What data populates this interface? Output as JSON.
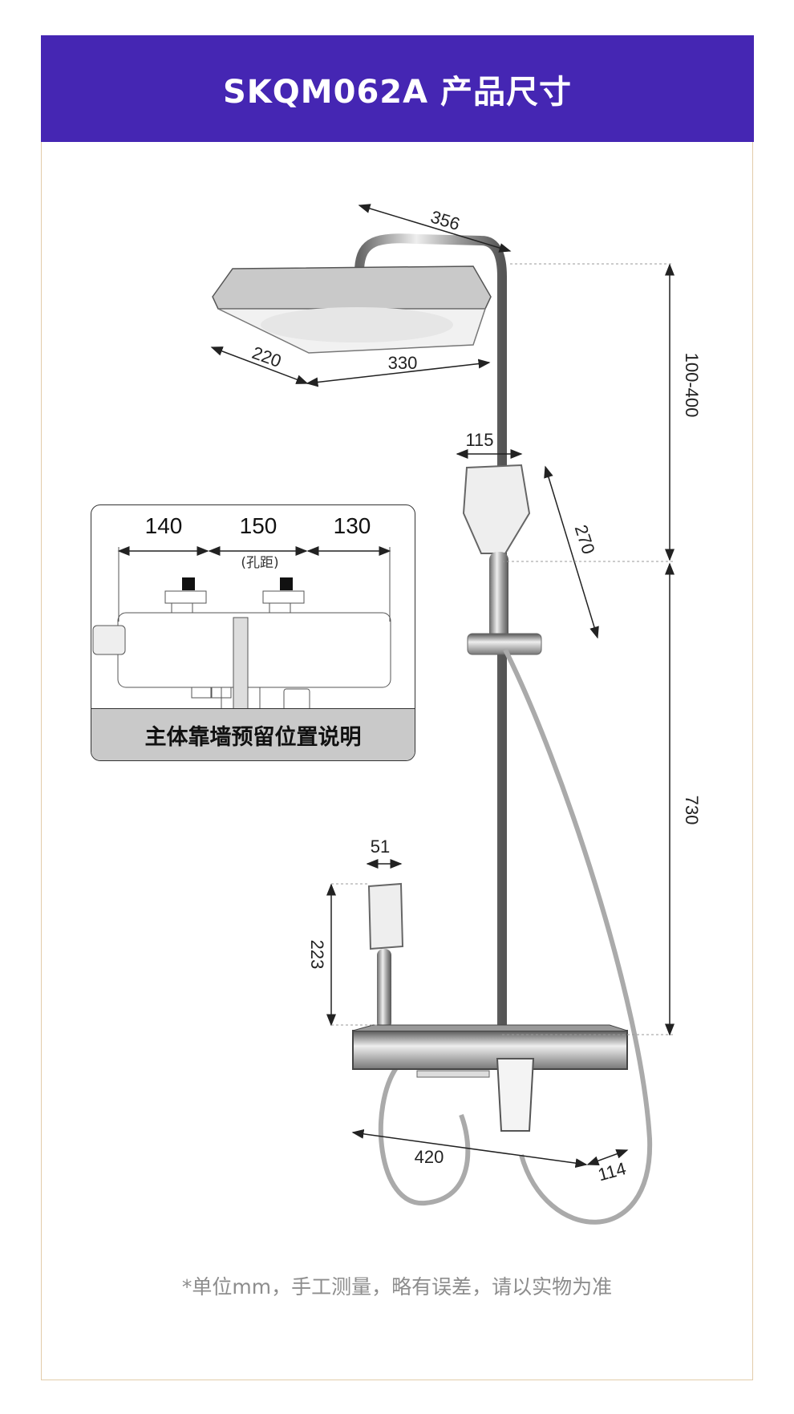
{
  "header": {
    "title": "SKQM062A 产品尺寸"
  },
  "dimensions": {
    "arm_length": "356",
    "head_depth": "220",
    "head_width": "330",
    "height_adjust": "100-400",
    "rail_height": "730",
    "handset_width": "115",
    "handset_length": "270",
    "small_handset_width": "51",
    "small_handset_length": "223",
    "body_width": "420",
    "body_depth": "114"
  },
  "inset": {
    "dim_left": "140",
    "dim_center": "150",
    "dim_right": "130",
    "center_note": "(孔距)",
    "caption": "主体靠墙预留位置说明"
  },
  "footer": {
    "note": "*单位mm，手工测量，略有误差，请以实物为准"
  },
  "colors": {
    "brand": "#4526b3",
    "frame": "#e2ccaa"
  }
}
